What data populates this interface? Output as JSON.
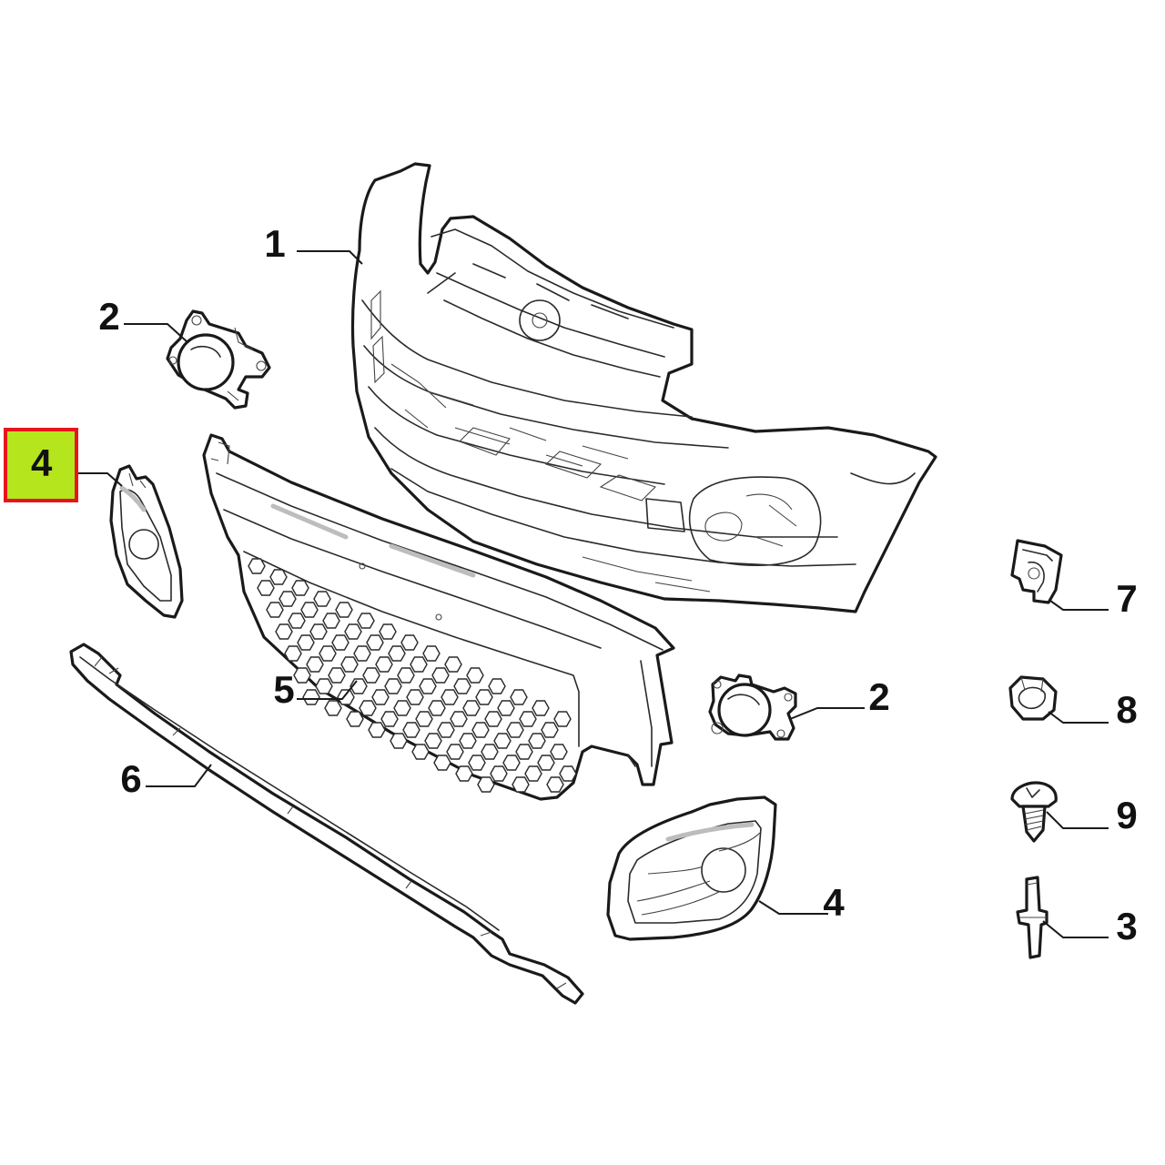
{
  "callouts": [
    {
      "id": "1",
      "label": "1"
    },
    {
      "id": "2-top",
      "label": "2"
    },
    {
      "id": "2-bottom",
      "label": "2"
    },
    {
      "id": "3",
      "label": "3"
    },
    {
      "id": "4-highlighted",
      "label": "4",
      "highlighted": true
    },
    {
      "id": "4-bottom",
      "label": "4"
    },
    {
      "id": "5",
      "label": "5"
    },
    {
      "id": "6",
      "label": "6"
    },
    {
      "id": "7",
      "label": "7"
    },
    {
      "id": "8",
      "label": "8"
    },
    {
      "id": "9",
      "label": "9"
    }
  ],
  "colors": {
    "line": "#1a1a1a",
    "highlight_fill": "#b5e61d",
    "highlight_border": "#e8141c",
    "background": "#ffffff"
  }
}
